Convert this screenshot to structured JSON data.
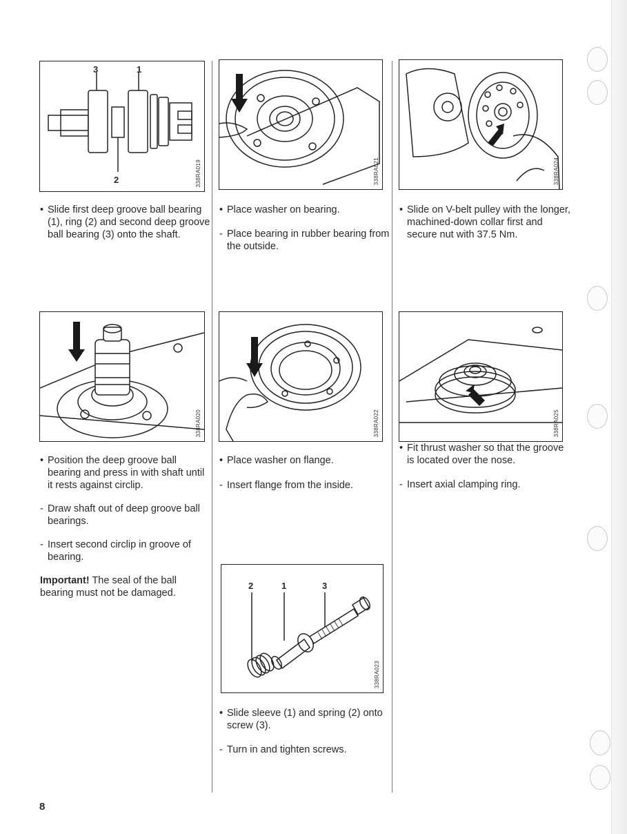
{
  "page_number": "8",
  "figures": {
    "f1": {
      "code": "338RA019",
      "callouts": {
        "a": "3",
        "b": "1",
        "c": "2"
      }
    },
    "f2": {
      "code": "338RA021"
    },
    "f3": {
      "code": "338RA024"
    },
    "f4": {
      "code": "338RA020"
    },
    "f5": {
      "code": "338RA022"
    },
    "f6": {
      "code": "338RA025"
    },
    "f7": {
      "code": "338RA023",
      "callouts": {
        "a": "2",
        "b": "1",
        "c": "3"
      }
    }
  },
  "text": {
    "s1_b1": "Slide first deep groove ball bearing (1), ring (2) and second deep groove ball bearing (3) onto the shaft.",
    "s2_b1": "Place washer on bearing.",
    "s2_d1": "Place bearing in rubber bearing from the outside.",
    "s3_b1": "Slide on V-belt pulley with the longer, machined-down collar first and secure nut with 37.5 Nm.",
    "s4_b1": "Position the deep groove ball bearing and press in with shaft until it rests against circlip.",
    "s4_d1": "Draw shaft out of deep groove ball bearings.",
    "s4_d2": "Insert second circlip in groove of bearing.",
    "s4_important_label": "Important!",
    "s4_important_text": " The seal of the ball bearing must not be damaged.",
    "s5_b1": "Place washer on flange.",
    "s5_d1": "Insert flange from the inside.",
    "s6_b1": "Fit thrust washer so that the groove is located over the nose.",
    "s6_d1": "Insert axial clamping ring.",
    "s7_b1": "Slide sleeve (1) and spring (2) onto screw (3).",
    "s7_d1": "Turn in and tighten screws."
  }
}
